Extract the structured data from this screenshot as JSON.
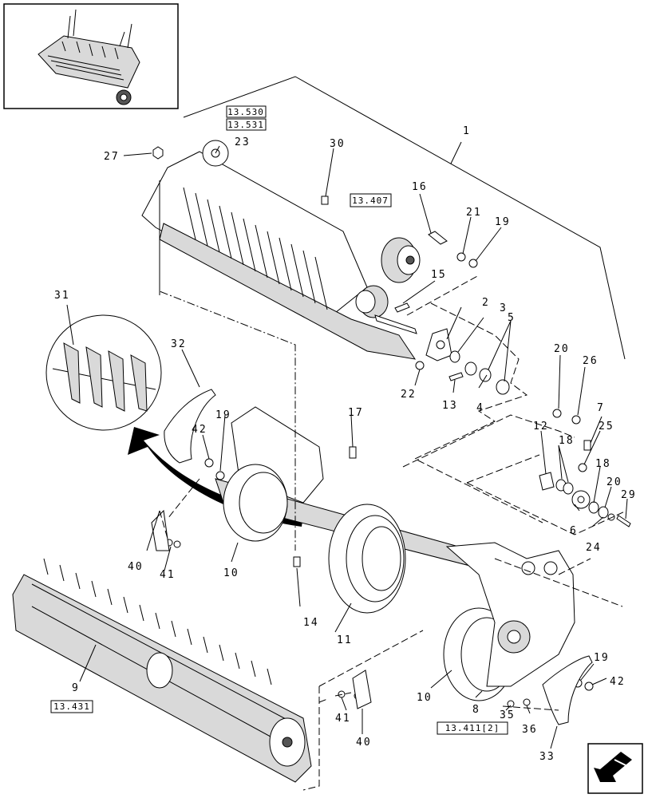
{
  "callouts": {
    "c1": "1",
    "c2": "2",
    "c3": "3",
    "c4": "4",
    "c5": "5",
    "c6": "6",
    "c7": "7",
    "c8": "8",
    "c9": "9",
    "c10a": "10",
    "c10b": "10",
    "c11": "11",
    "c12": "12",
    "c13": "13",
    "c14": "14",
    "c15": "15",
    "c16": "16",
    "c17": "17",
    "c18a": "18",
    "c18b": "18",
    "c19a": "19",
    "c19b": "19",
    "c19c": "19",
    "c20a": "20",
    "c20b": "20",
    "c21": "21",
    "c22": "22",
    "c23": "23",
    "c24": "24",
    "c25": "25",
    "c26": "26",
    "c27": "27",
    "c29": "29",
    "c30": "30",
    "c31": "31",
    "c32": "32",
    "c33": "33",
    "c35": "35",
    "c36": "36",
    "c40a": "40",
    "c40b": "40",
    "c41a": "41",
    "c41b": "41",
    "c42a": "42",
    "c42b": "42"
  },
  "refs": {
    "r1": "13.530",
    "r2": "13.531",
    "r3": "13.407",
    "r4": "13.431",
    "r5": "13.411[2]"
  },
  "icons": {
    "inset": "machine-thumbnail",
    "nav": "navigation-arrow-icon"
  }
}
